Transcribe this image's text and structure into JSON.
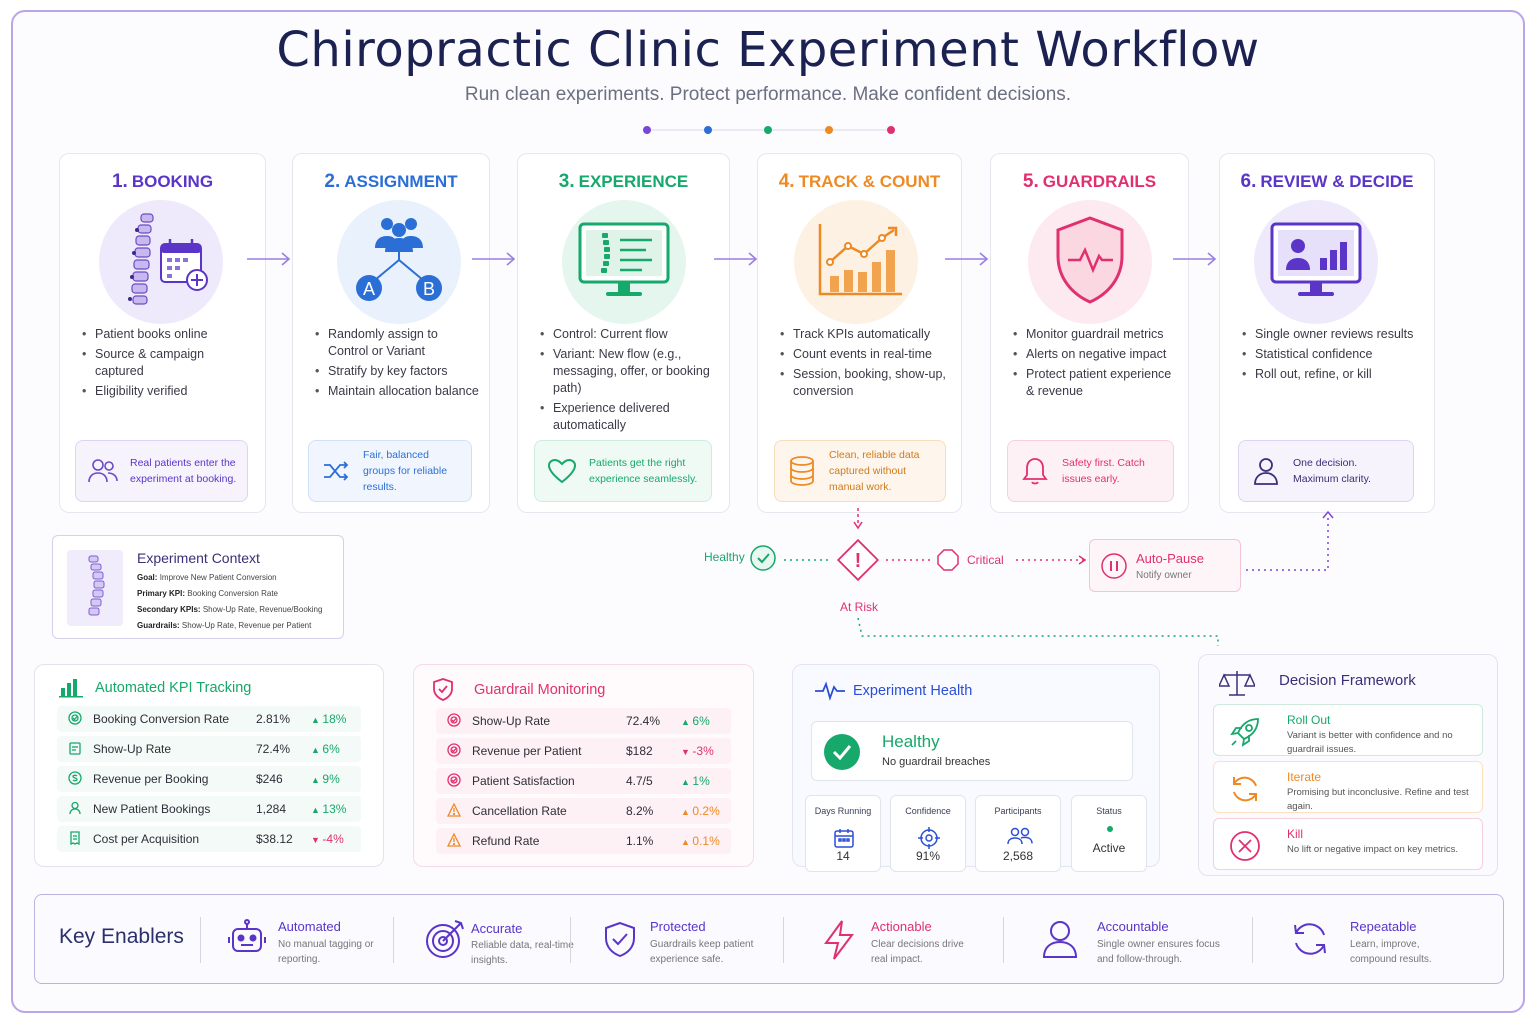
{
  "title": "Chiropractic Clinic Experiment Workflow",
  "subtitle": "Run clean experiments. Protect performance. Make confident decisions.",
  "colors": {
    "purple": "#7b45d6",
    "blue": "#2b6fd6",
    "green": "#17a86b",
    "orange": "#ee8a24",
    "pink": "#e0306f",
    "violet": "#5a35c8"
  },
  "steps": [
    {
      "num": "1.",
      "title": "BOOKING",
      "bullets": [
        "Patient books online",
        "Source & campaign captured",
        "Eligibility verified"
      ],
      "note": "Real patients enter the experiment at booking.",
      "icon": "spine-calendar-icon",
      "note_icon": "people-icon"
    },
    {
      "num": "2.",
      "title": "ASSIGNMENT",
      "bullets": [
        "Randomly assign to Control or Variant",
        "Stratify by key factors",
        "Maintain allocation balance"
      ],
      "note": "Fair, balanced groups for reliable results.",
      "icon": "ab-split-icon",
      "note_icon": "shuffle-icon",
      "badge_a": "A",
      "badge_b": "B"
    },
    {
      "num": "3.",
      "title": "EXPERIENCE",
      "bullets": [
        "Control: Current flow",
        "Variant: New flow (e.g., messaging, offer, or booking path)",
        "Experience delivered automatically"
      ],
      "note": "Patients get the right experience seamlessly.",
      "icon": "monitor-spine-icon",
      "note_icon": "heart-icon"
    },
    {
      "num": "4.",
      "title": "TRACK & COUNT",
      "bullets": [
        "Track KPIs automatically",
        "Count events in real-time",
        "Session, booking, show-up, conversion"
      ],
      "note": "Clean, reliable data captured without manual work.",
      "icon": "bar-chart-icon",
      "note_icon": "database-icon"
    },
    {
      "num": "5.",
      "title": "GUARDRAILS",
      "bullets": [
        "Monitor guardrail metrics",
        "Alerts on negative impact",
        "Protect patient experience & revenue"
      ],
      "note": "Safety first. Catch issues early.",
      "icon": "shield-pulse-icon",
      "note_icon": "bell-icon"
    },
    {
      "num": "6.",
      "title": "REVIEW & DECIDE",
      "bullets": [
        "Single owner reviews results",
        "Statistical confidence",
        "Roll out, refine, or kill"
      ],
      "note": "One decision. Maximum clarity.",
      "icon": "monitor-review-icon",
      "note_icon": "person-icon"
    }
  ],
  "flow": {
    "healthy": "Healthy",
    "at_risk": "At Risk",
    "critical": "Critical",
    "auto_pause": "Auto-Pause",
    "notify": "Notify owner"
  },
  "context": {
    "title": "Experiment Context",
    "rows": [
      {
        "label": "Goal:",
        "value": "Improve New Patient Conversion"
      },
      {
        "label": "Primary KPI:",
        "value": "Booking Conversion Rate"
      },
      {
        "label": "Secondary KPIs:",
        "value": "Show-Up Rate, Revenue/Booking"
      },
      {
        "label": "Guardrails:",
        "value": "Show-Up Rate, Revenue per Patient"
      }
    ]
  },
  "kpi": {
    "title": "Automated KPI Tracking",
    "rows": [
      {
        "icon": "target-icon",
        "label": "Booking Conversion Rate",
        "value": "2.81%",
        "delta": "18%",
        "dir": "up"
      },
      {
        "icon": "calendar-icon",
        "label": "Show-Up Rate",
        "value": "72.4%",
        "delta": "6%",
        "dir": "up"
      },
      {
        "icon": "dollar-icon",
        "label": "Revenue per Booking",
        "value": "$246",
        "delta": "9%",
        "dir": "up"
      },
      {
        "icon": "user-icon",
        "label": "New Patient Bookings",
        "value": "1,284",
        "delta": "13%",
        "dir": "up"
      },
      {
        "icon": "receipt-icon",
        "label": "Cost per Acquisition",
        "value": "$38.12",
        "delta": "-4%",
        "dir": "down"
      }
    ]
  },
  "guard": {
    "title": "Guardrail Monitoring",
    "rows": [
      {
        "icon": "target-icon",
        "label": "Show-Up Rate",
        "value": "72.4%",
        "delta": "6%",
        "dir": "up"
      },
      {
        "icon": "target-icon",
        "label": "Revenue per Patient",
        "value": "$182",
        "delta": "-3%",
        "dir": "down"
      },
      {
        "icon": "target-icon",
        "label": "Patient Satisfaction",
        "value": "4.7/5",
        "delta": "1%",
        "dir": "up"
      },
      {
        "icon": "warning-icon",
        "label": "Cancellation Rate",
        "value": "8.2%",
        "delta": "0.2%",
        "dir": "warn"
      },
      {
        "icon": "warning-icon",
        "label": "Refund Rate",
        "value": "1.1%",
        "delta": "0.1%",
        "dir": "warn"
      }
    ]
  },
  "health": {
    "title": "Experiment Health",
    "status": "Healthy",
    "status_sub": "No guardrail breaches",
    "stats": [
      {
        "label": "Days Running",
        "value": "14",
        "icon": "calendar-icon"
      },
      {
        "label": "Confidence",
        "value": "91%",
        "icon": "crosshair-icon"
      },
      {
        "label": "Participants",
        "value": "2,568",
        "icon": "people-icon"
      },
      {
        "label": "Status",
        "value": "Active",
        "icon": "dot-icon"
      }
    ]
  },
  "decision": {
    "title": "Decision Framework",
    "items": [
      {
        "title": "Roll Out",
        "desc": "Variant is better with confidence and no guardrail issues.",
        "icon": "rocket-icon"
      },
      {
        "title": "Iterate",
        "desc": "Promising but inconclusive. Refine and test again.",
        "icon": "refresh-icon"
      },
      {
        "title": "Kill",
        "desc": "No lift or negative impact on key metrics.",
        "icon": "x-circle-icon"
      }
    ]
  },
  "enablers": {
    "title": "Key Enablers",
    "items": [
      {
        "title": "Automated",
        "desc": "No manual tagging or reporting.",
        "icon": "robot-icon"
      },
      {
        "title": "Accurate",
        "desc": "Reliable data, real-time insights.",
        "icon": "target-arrow-icon"
      },
      {
        "title": "Protected",
        "desc": "Guardrails keep patient experience safe.",
        "icon": "shield-check-icon"
      },
      {
        "title": "Actionable",
        "desc": "Clear decisions drive real impact.",
        "icon": "lightning-icon"
      },
      {
        "title": "Accountable",
        "desc": "Single owner ensures focus and follow-through.",
        "icon": "person-icon"
      },
      {
        "title": "Repeatable",
        "desc": "Learn, improve, compound results.",
        "icon": "cycle-icon"
      }
    ]
  }
}
